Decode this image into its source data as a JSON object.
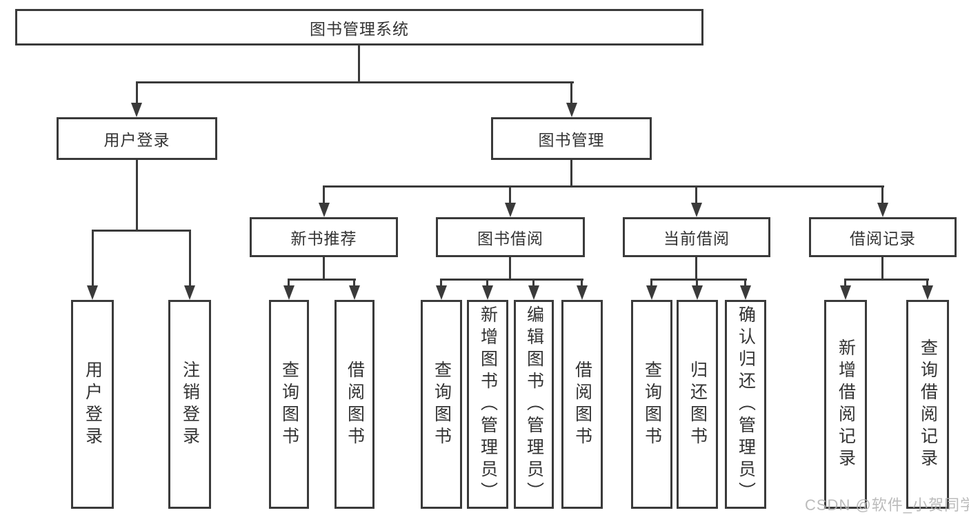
{
  "colors": {
    "line": "#3a3a3a",
    "text": "#333333",
    "background": "#ffffff",
    "watermark": "#b2b2b2"
  },
  "watermark": {
    "text": "CSDN @软件_小贺同学"
  },
  "tree": {
    "root": "图书管理系统",
    "branches": [
      {
        "label": "用户登录",
        "children": [
          "用户登录",
          "注销登录"
        ]
      },
      {
        "label": "图书管理",
        "groups": [
          {
            "label": "新书推荐",
            "children": [
              "查询图书",
              "借阅图书"
            ]
          },
          {
            "label": "图书借阅",
            "children": [
              "查询图书",
              "新增图书（管理员）",
              "编辑图书（管理员）",
              "借阅图书"
            ]
          },
          {
            "label": "当前借阅",
            "children": [
              "查询图书",
              "归还图书",
              "确认归还（管理员）"
            ]
          },
          {
            "label": "借阅记录",
            "children": [
              "新增借阅记录",
              "查询借阅记录"
            ]
          }
        ]
      }
    ]
  }
}
